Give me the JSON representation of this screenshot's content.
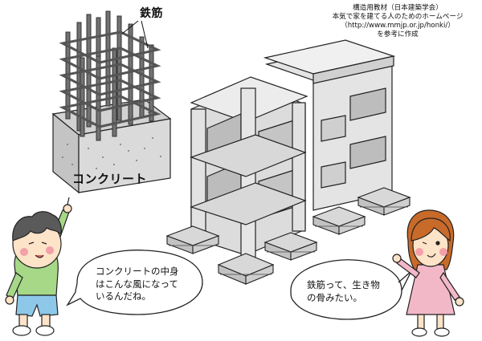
{
  "credit": {
    "line1": "構造用教材（日本建築学会）",
    "line2": "本気で家を建てる人のためのホームページ",
    "line3": "（http://www.mmjp.or.jp/honki/）",
    "line4": "を参考に作成"
  },
  "labels": {
    "rebar": "鉄筋",
    "concrete": "コンクリート"
  },
  "speech": {
    "boy_line1": "コンクリートの中身",
    "boy_line2": "はこんな風になって",
    "boy_line3": "いるんだね。",
    "girl_line1": "鉄筋って、生き物",
    "girl_line2": "の骨みたい。"
  },
  "colors": {
    "concrete": "#d7d7d7",
    "concrete_dark": "#b9b9b9",
    "rebar": "#6e6e6e",
    "boy_shirt": "#a6d888",
    "boy_shorts": "#8ec8e8",
    "girl_dress": "#f3b8c8",
    "girl_hair": "#c86a2a",
    "skin": "#fde3c8"
  }
}
